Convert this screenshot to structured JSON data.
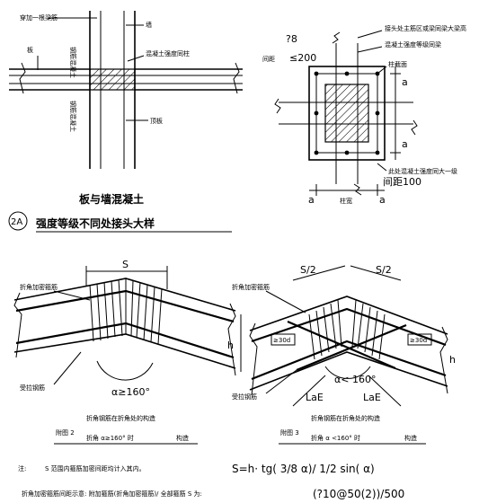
{
  "fig_a": {
    "labels": [
      "穿加一根梁筋",
      "墙",
      "板",
      "钢筋混凝土",
      "钢筋混凝土",
      "混凝土强度同柱",
      "顶板"
    ],
    "title": "板与墙混凝土",
    "circle_label": "2A",
    "subtitle": "强度等级不同处接头大样"
  },
  "fig_b": {
    "top_label": "?8",
    "spacing_label": "≤200",
    "spacing_side": "间距",
    "labels": [
      "接头处主筋区或梁同梁大梁高",
      "混凝土强度等级同梁",
      "柱截面",
      "此处混凝土强度同大一级"
    ],
    "bottom_label": "间距100",
    "dim_a_left": "a",
    "dim_mid": "柱宽",
    "dim_a_right": "a",
    "side_a": "a",
    "side_b": "a"
  },
  "fig_c": {
    "s_label": "S",
    "h_label": "h",
    "angle_label": "α≥160°",
    "labels": [
      "折角加密箍筋",
      "受拉钢筋"
    ],
    "caption_num": "附图 2",
    "caption_text": "折角钢筋在折角处的构造",
    "caption_sub": "折角 α≥160° 时",
    "caption_right": "构造"
  },
  "fig_d": {
    "s2_left": "S/2",
    "s2_right": "S/2",
    "d30_left": "≥30d",
    "d30_right": "≥30d",
    "h_label": "h",
    "angle_label": "α< 160°",
    "lae_left": "LaE",
    "lae_right": "LaE",
    "labels": [
      "折角加密箍筋",
      "受拉钢筋"
    ],
    "caption_num": "附图 3",
    "caption_text": "折角钢筋在折角处的构造",
    "caption_sub": "折角 α <160° 时",
    "caption_right": "构造"
  },
  "notes": {
    "prefix": "注:",
    "line1": "S 范围内箍筋加密间距均计入其内。",
    "formula1": "S=h· tg( 3/8 α)/ 1/2 sin( α)",
    "line2": "折角加密箍筋间距示意: 附加箍筋(折角加密箍筋)/ 全部箍筋 S 为:",
    "formula2": "(?10@50(2))/500"
  }
}
